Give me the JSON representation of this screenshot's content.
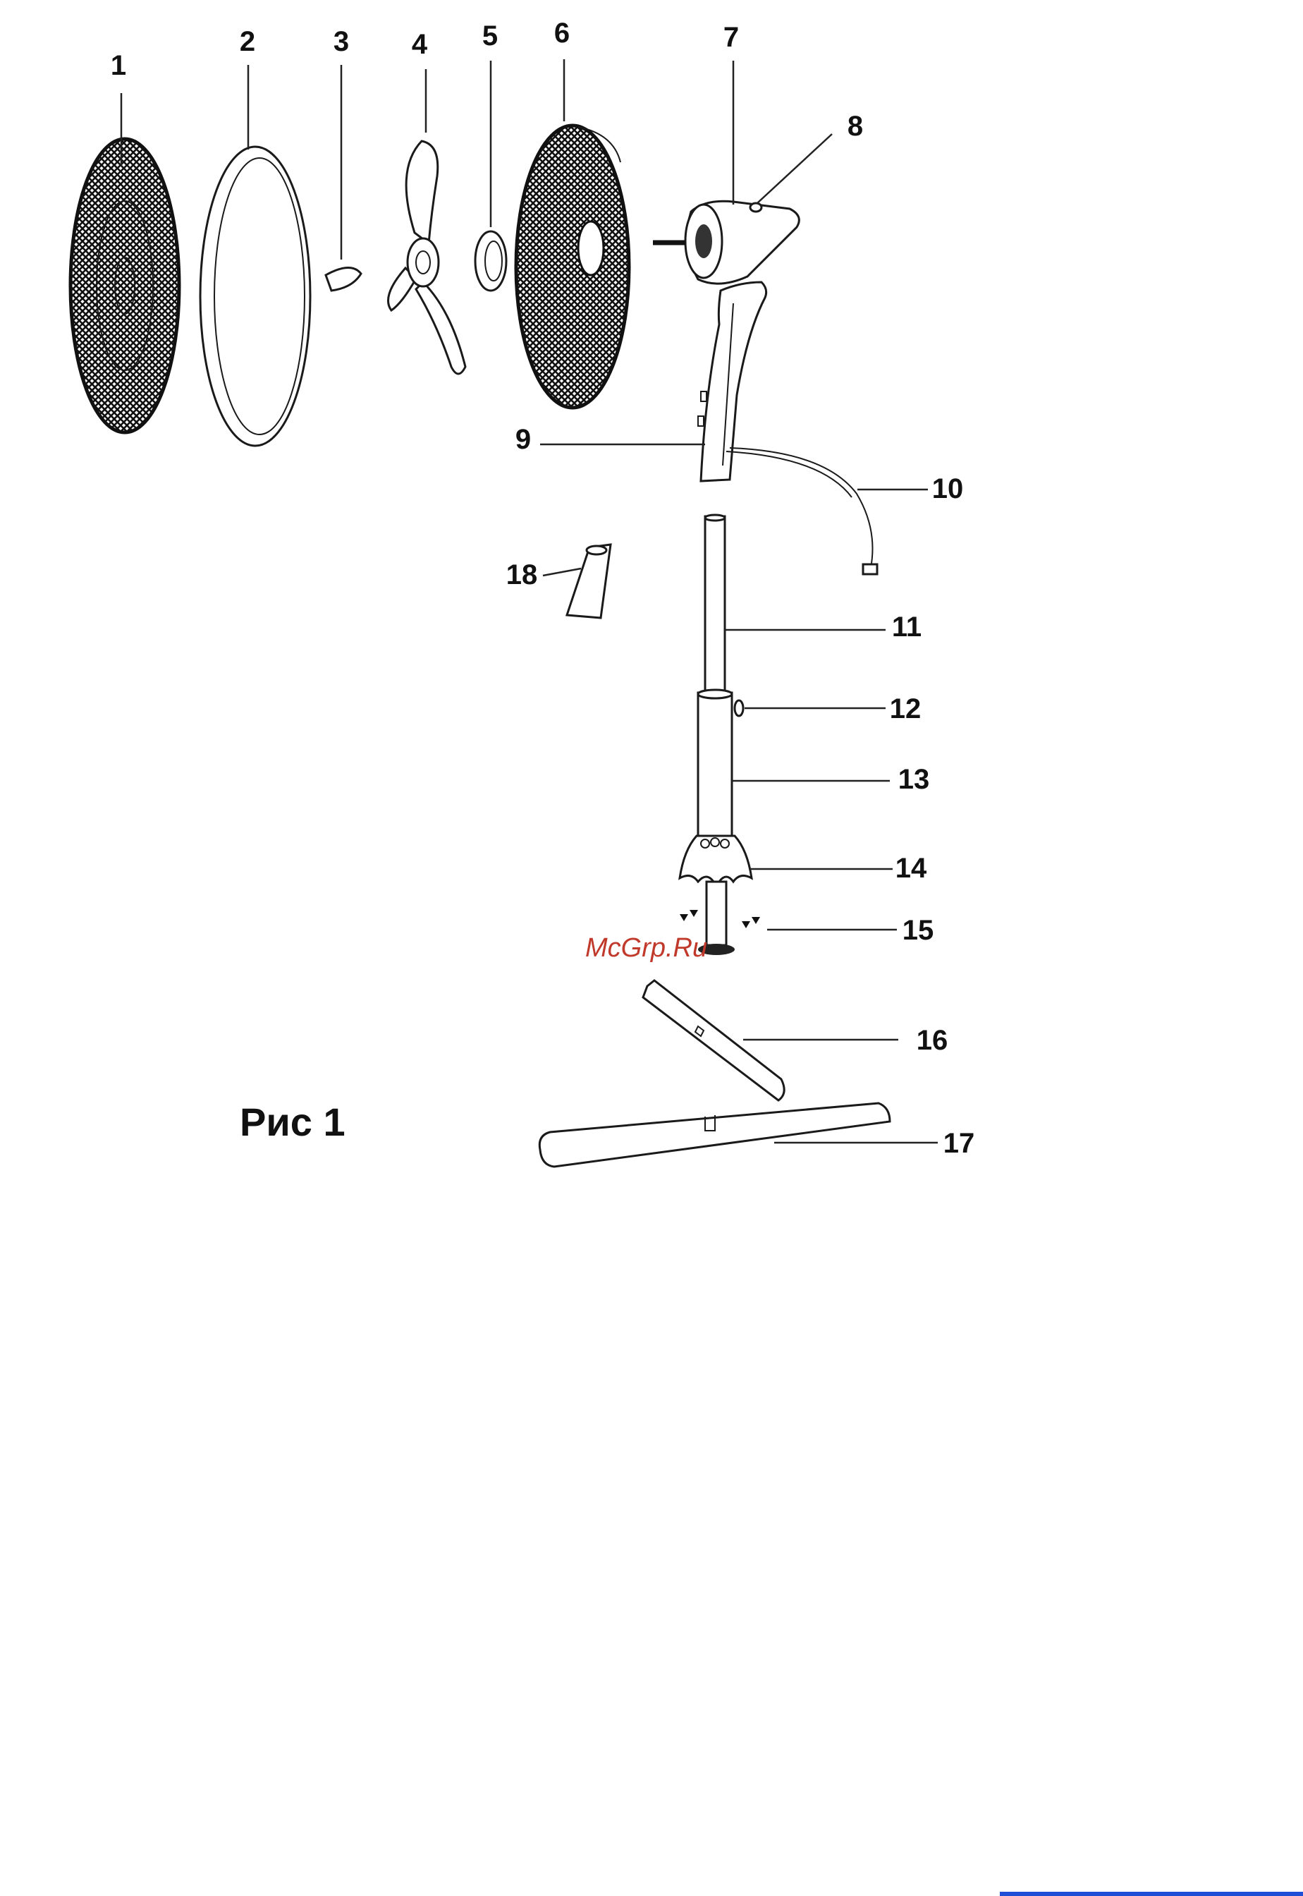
{
  "figure": {
    "caption": "Рис 1",
    "watermark": "McGrp.Ru",
    "parts": [
      {
        "number": "1",
        "icon": "front-grille-icon"
      },
      {
        "number": "2",
        "icon": "grille-ring-icon"
      },
      {
        "number": "3",
        "icon": "spinner-cap-icon"
      },
      {
        "number": "4",
        "icon": "fan-blade-icon"
      },
      {
        "number": "5",
        "icon": "blade-nut-icon"
      },
      {
        "number": "6",
        "icon": "rear-grille-icon"
      },
      {
        "number": "7",
        "icon": "motor-housing-icon"
      },
      {
        "number": "8",
        "icon": "oscillation-knob-icon"
      },
      {
        "number": "9",
        "icon": "control-column-icon"
      },
      {
        "number": "10",
        "icon": "power-cord-icon"
      },
      {
        "number": "11",
        "icon": "inner-tube-icon"
      },
      {
        "number": "12",
        "icon": "height-lock-icon"
      },
      {
        "number": "13",
        "icon": "outer-tube-icon"
      },
      {
        "number": "14",
        "icon": "base-cover-icon"
      },
      {
        "number": "15",
        "icon": "screw-icon"
      },
      {
        "number": "16",
        "icon": "cross-base-short-icon"
      },
      {
        "number": "17",
        "icon": "cross-base-long-icon"
      },
      {
        "number": "18",
        "icon": "remote-control-icon"
      }
    ]
  },
  "colors": {
    "watermark": "#c0392b",
    "line": "#1a1a1a",
    "footer_bar": "#1f4fd6"
  }
}
